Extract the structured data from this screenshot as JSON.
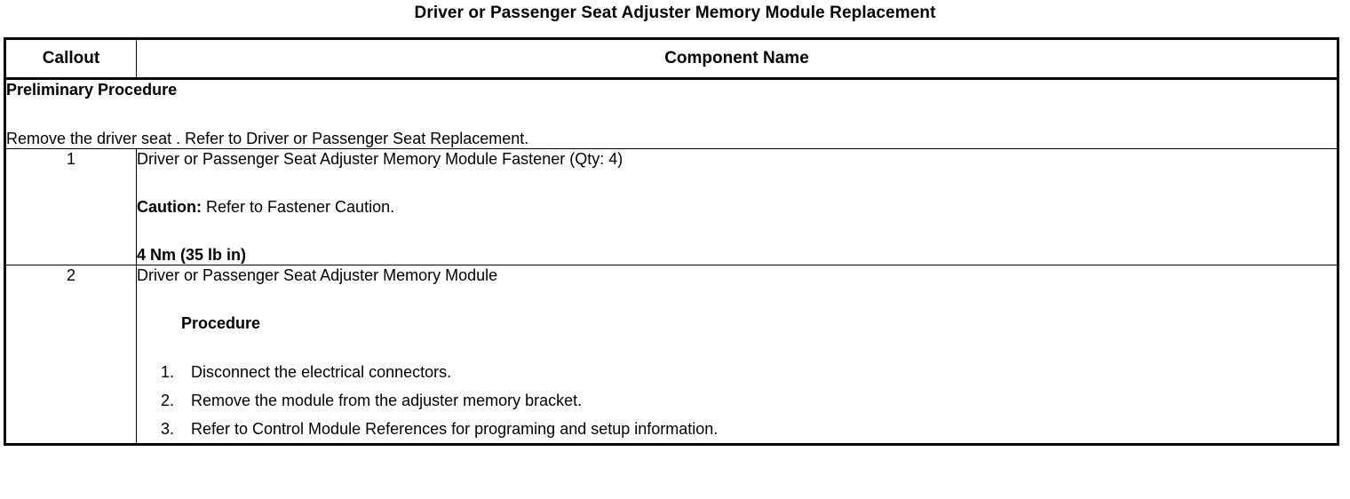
{
  "document": {
    "title": "Driver or Passenger Seat Adjuster Memory Module Replacement"
  },
  "table": {
    "headers": {
      "callout": "Callout",
      "component": "Component Name"
    },
    "preliminary": {
      "heading": "Preliminary Procedure",
      "text": "Remove the driver seat . Refer to Driver or Passenger Seat Replacement."
    },
    "rows": [
      {
        "callout": "1",
        "name": "Driver or Passenger Seat Adjuster Memory Module Fastener (Qty: 4)",
        "caution_label": "Caution:",
        "caution_text": " Refer to Fastener Caution.",
        "torque": "4 Nm (35 lb in)"
      },
      {
        "callout": "2",
        "name": "Driver or Passenger Seat Adjuster Memory Module",
        "procedure_heading": "Procedure",
        "steps": [
          "Disconnect the electrical connectors.",
          "Remove the module from the adjuster memory bracket.",
          "Refer to Control Module References for programing and setup information."
        ]
      }
    ]
  },
  "colors": {
    "background": "#ffffff",
    "text": "#000000",
    "border": "#000000"
  }
}
